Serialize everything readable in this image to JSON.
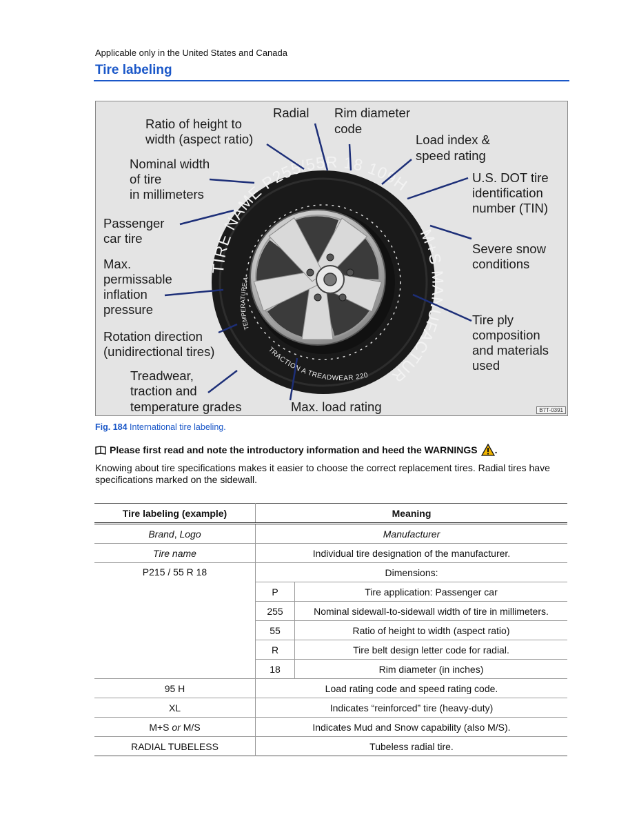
{
  "header": {
    "applicable": "Applicable only in the United States and Canada",
    "title": "Tire labeling"
  },
  "figure": {
    "labels": {
      "radial": "Radial",
      "rim_diameter_1": "Rim diameter",
      "rim_diameter_2": "code",
      "ratio_1": "Ratio of height to",
      "ratio_2": "width (aspect ratio)",
      "load_index_1": "Load index &",
      "load_index_2": "speed rating",
      "nominal_1": "Nominal width",
      "nominal_2": "of tire",
      "nominal_3": "in millimeters",
      "dot_1": "U.S. DOT tire",
      "dot_2": "identification",
      "dot_3": "number (TIN)",
      "passenger_1": "Passenger",
      "passenger_2": "car tire",
      "snow_1": "Severe snow",
      "snow_2": "conditions",
      "max_1": "Max.",
      "max_2": "permissable",
      "max_3": "inflation",
      "max_4": "pressure",
      "ply_1": "Tire ply",
      "ply_2": "composition",
      "ply_3": "and materials",
      "ply_4": "used",
      "rotation_1": "Rotation direction",
      "rotation_2": "(unidirectional tires)",
      "treadwear_1": "Treadwear,",
      "treadwear_2": "traction and",
      "treadwear_3": "temperature grades",
      "max_load": "Max. load rating"
    },
    "sidewall": {
      "tire_name": "TIRE NAME",
      "size": "P255/55R 18",
      "load_speed": "109H",
      "ms": "M+S",
      "manufacturer": "MANUFACTURER",
      "treadwear": "TREADWEAR 220",
      "traction": "TRACTION A",
      "temperature": "TEMPERATURE A"
    },
    "code": "B7T-0391"
  },
  "caption": {
    "number": "Fig. 184",
    "text": "International tire labeling."
  },
  "notice": "Please first read and note the introductory information and heed the WARNINGS",
  "notice_end": ".",
  "intro": "Knowing about tire specifications makes it easier to choose the correct replacement tires. Radial tires have specifications marked on the sidewall.",
  "table": {
    "headers": [
      "Tire labeling (example)",
      "Meaning"
    ],
    "rows": {
      "brand_1": "Brand",
      "brand_sep": ", ",
      "brand_2": "Logo",
      "brand_meaning": "Manufacturer",
      "tirename": "Tire name",
      "tirename_meaning": "Individual tire designation of the manufacturer.",
      "dims": "P215 / 55 R 18",
      "dims_meaning": "Dimensions:",
      "sub": [
        {
          "code": "P",
          "meaning": "Tire application: Passenger car"
        },
        {
          "code": "255",
          "meaning": "Nominal sidewall-to-sidewall width of tire in millimeters."
        },
        {
          "code": "55",
          "meaning": "Ratio of height to width (aspect ratio)"
        },
        {
          "code": "R",
          "meaning": "Tire belt design letter code for radial."
        },
        {
          "code": "18",
          "meaning": "Rim diameter (in inches)"
        }
      ],
      "load": "95 H",
      "load_meaning": "Load rating code and speed rating code.",
      "xl": "XL",
      "xl_meaning": "Indicates “reinforced” tire (heavy-duty)",
      "ms_1": "M+S",
      "ms_or": "or",
      "ms_2": "M/S",
      "ms_meaning": "Indicates Mud and Snow capability (also M/S).",
      "radial": "RADIAL TUBELESS",
      "radial_meaning": "Tubeless radial tire."
    }
  },
  "colors": {
    "accent": "#1a57c8",
    "warning": "#f0b400"
  }
}
